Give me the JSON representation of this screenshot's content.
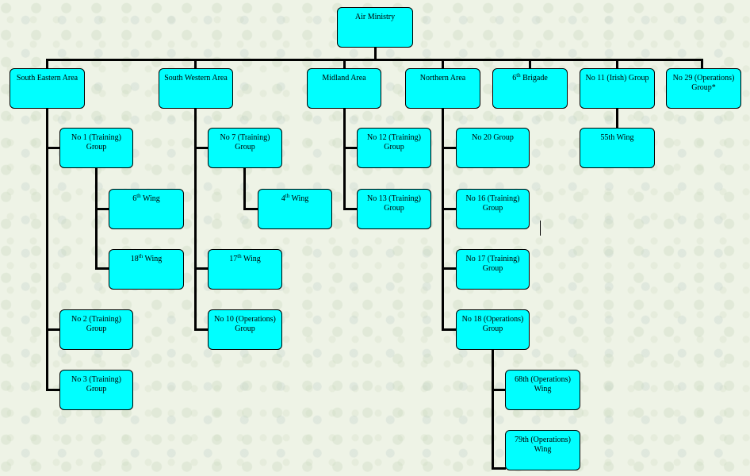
{
  "root": {
    "label": "Air Ministry"
  },
  "areas": [
    {
      "id": "south-eastern-area",
      "label": "South Eastern Area"
    },
    {
      "id": "south-western-area",
      "label": "South Western Area"
    },
    {
      "id": "midland-area",
      "label": "Midland Area"
    },
    {
      "id": "northern-area",
      "label": "Northern Area"
    },
    {
      "id": "6th-brigade",
      "label": "Brigade",
      "ordinal": "6",
      "suffix": "th"
    },
    {
      "id": "no-11-irish-group",
      "label": "No 11 (Irish) Group"
    },
    {
      "id": "no-29-operations-group",
      "label": "No 29 (Operations) Group*"
    }
  ],
  "subunits": [
    {
      "id": "no-1-training-group",
      "parent": "south-eastern-area",
      "label": "No 1 (Training) Group"
    },
    {
      "id": "6th-wing",
      "parent": "no-1-training-group",
      "label": "Wing",
      "ordinal": "6",
      "suffix": "th"
    },
    {
      "id": "18th-wing",
      "parent": "no-1-training-group",
      "label": "Wing",
      "ordinal": "18",
      "suffix": "th"
    },
    {
      "id": "no-2-training-group",
      "parent": "south-eastern-area",
      "label": "No 2 (Training) Group"
    },
    {
      "id": "no-3-training-group",
      "parent": "south-eastern-area",
      "label": "No 3 (Training) Group"
    },
    {
      "id": "no-7-training-group",
      "parent": "south-western-area",
      "label": "No 7 (Training) Group"
    },
    {
      "id": "4th-wing",
      "parent": "no-7-training-group",
      "label": "Wing",
      "ordinal": "4",
      "suffix": "th"
    },
    {
      "id": "17th-wing",
      "parent": "south-western-area",
      "label": "Wing",
      "ordinal": "17",
      "suffix": "th"
    },
    {
      "id": "no-10-operations-group",
      "parent": "south-western-area",
      "label": "No 10 (Operations) Group"
    },
    {
      "id": "no-12-training-group",
      "parent": "midland-area",
      "label": "No 12 (Training) Group"
    },
    {
      "id": "no-13-training-group",
      "parent": "midland-area",
      "label": "No 13 (Training) Group"
    },
    {
      "id": "no-20-group",
      "parent": "northern-area",
      "label": "No 20 Group"
    },
    {
      "id": "no-16-training-group",
      "parent": "northern-area",
      "label": "No 16 (Training) Group"
    },
    {
      "id": "no-17-training-group",
      "parent": "northern-area",
      "label": "No 17 (Training) Group"
    },
    {
      "id": "no-18-operations-group",
      "parent": "northern-area",
      "label": "No 18 (Operations) Group"
    },
    {
      "id": "68th-operations-wing",
      "parent": "no-18-operations-group",
      "label": "68th (Operations) Wing"
    },
    {
      "id": "79th-operations-wing",
      "parent": "no-18-operations-group",
      "label": "79th (Operations) Wing"
    },
    {
      "id": "55th-wing",
      "parent": "no-11-irish-group",
      "label": "55th Wing"
    }
  ]
}
